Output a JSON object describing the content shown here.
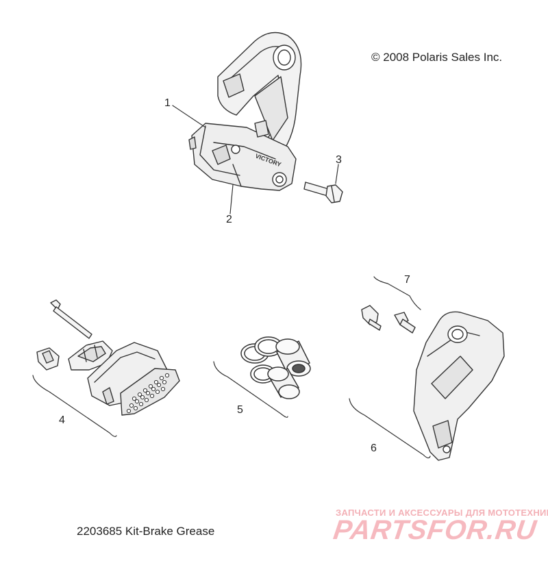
{
  "copyright": "© 2008 Polaris Sales Inc.",
  "caliper_brand": "VICTORY",
  "callouts": [
    "1",
    "2",
    "3",
    "4",
    "5",
    "6",
    "7"
  ],
  "kit_note": "2203685 Kit-Brake Grease",
  "watermark": {
    "tagline": "ЗАПЧАСТИ И АКСЕССУАРЫ ДЛЯ МОТОТЕХНИКИ",
    "brand": "PARTSFOR.RU"
  }
}
